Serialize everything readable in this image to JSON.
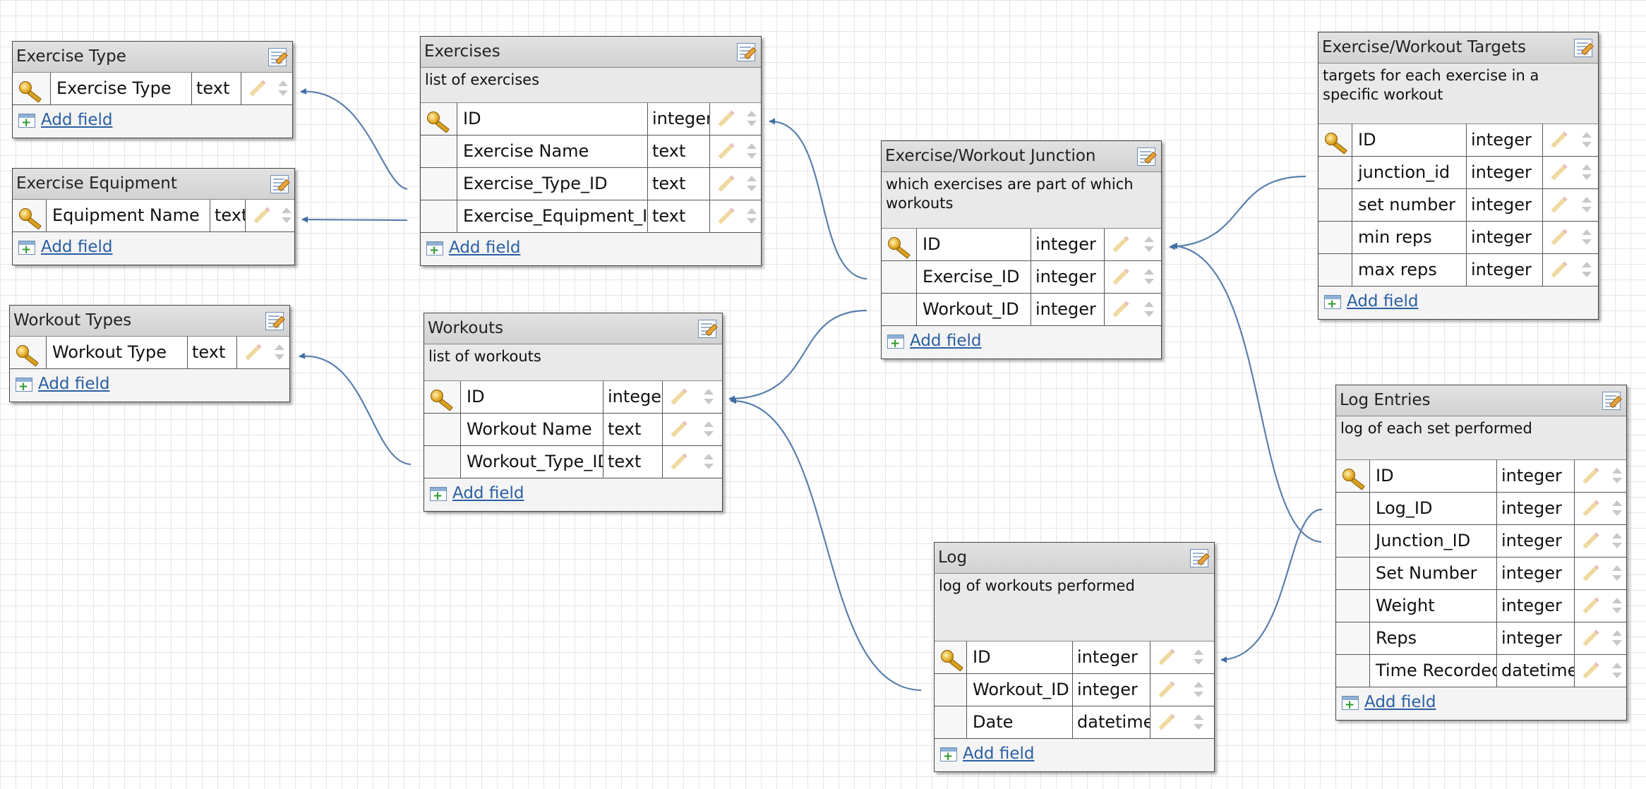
{
  "edit_icon": "edit-table-icon",
  "add_label": "Add field",
  "tables": [
    {
      "id": "exercise-type",
      "title": "Exercise Type",
      "description": "",
      "fields": [
        {
          "name": "Exercise Type",
          "type": "text",
          "pk": true
        }
      ]
    },
    {
      "id": "exercise-equipment",
      "title": "Exercise Equipment",
      "description": "",
      "fields": [
        {
          "name": "Equipment Name",
          "type": "text",
          "pk": true
        }
      ]
    },
    {
      "id": "workout-types",
      "title": "Workout Types",
      "description": "",
      "fields": [
        {
          "name": "Workout Type",
          "type": "text",
          "pk": true
        }
      ]
    },
    {
      "id": "exercises",
      "title": "Exercises",
      "description": "list of exercises",
      "fields": [
        {
          "name": "ID",
          "type": "integer",
          "pk": true
        },
        {
          "name": "Exercise Name",
          "type": "text",
          "pk": false
        },
        {
          "name": "Exercise_Type_ID",
          "type": "text",
          "pk": false
        },
        {
          "name": "Exercise_Equipment_ID",
          "type": "text",
          "pk": false
        }
      ]
    },
    {
      "id": "workouts",
      "title": "Workouts",
      "description": "list of workouts",
      "fields": [
        {
          "name": "ID",
          "type": "integer",
          "pk": true
        },
        {
          "name": "Workout Name",
          "type": "text",
          "pk": false
        },
        {
          "name": "Workout_Type_ID",
          "type": "text",
          "pk": false
        }
      ]
    },
    {
      "id": "junction",
      "title": "Exercise/Workout Junction",
      "description": "which exercises are part of which workouts",
      "fields": [
        {
          "name": "ID",
          "type": "integer",
          "pk": true
        },
        {
          "name": "Exercise_ID",
          "type": "integer",
          "pk": false
        },
        {
          "name": "Workout_ID",
          "type": "integer",
          "pk": false
        }
      ]
    },
    {
      "id": "log",
      "title": "Log",
      "description": "log of workouts performed",
      "fields": [
        {
          "name": "ID",
          "type": "integer",
          "pk": true
        },
        {
          "name": "Workout_ID",
          "type": "integer",
          "pk": false
        },
        {
          "name": "Date",
          "type": "datetime",
          "pk": false
        }
      ]
    },
    {
      "id": "targets",
      "title": "Exercise/Workout Targets",
      "description": "targets for each exercise in a specific workout",
      "fields": [
        {
          "name": "ID",
          "type": "integer",
          "pk": true
        },
        {
          "name": "junction_id",
          "type": "integer",
          "pk": false
        },
        {
          "name": "set number",
          "type": "integer",
          "pk": false
        },
        {
          "name": "min reps",
          "type": "integer",
          "pk": false
        },
        {
          "name": "max reps",
          "type": "integer",
          "pk": false
        }
      ]
    },
    {
      "id": "log-entries",
      "title": "Log Entries",
      "description": "log of each set performed",
      "fields": [
        {
          "name": "ID",
          "type": "integer",
          "pk": true
        },
        {
          "name": "Log_ID",
          "type": "integer",
          "pk": false
        },
        {
          "name": "Junction_ID",
          "type": "integer",
          "pk": false
        },
        {
          "name": "Set Number",
          "type": "integer",
          "pk": false
        },
        {
          "name": "Weight",
          "type": "integer",
          "pk": false
        },
        {
          "name": "Reps",
          "type": "integer",
          "pk": false
        },
        {
          "name": "Time Recorded",
          "type": "datetime",
          "pk": false
        }
      ]
    }
  ],
  "relations": [
    {
      "from": "exercises.Exercise_Type_ID",
      "to": "exercise-type"
    },
    {
      "from": "exercises.Exercise_Equipment_ID",
      "to": "exercise-equipment"
    },
    {
      "from": "workouts.Workout_Type_ID",
      "to": "workout-types"
    },
    {
      "from": "junction.Exercise_ID",
      "to": "exercises"
    },
    {
      "from": "junction.Workout_ID",
      "to": "workouts"
    },
    {
      "from": "log.Workout_ID",
      "to": "workouts"
    },
    {
      "from": "targets.junction_id",
      "to": "junction"
    },
    {
      "from": "log-entries.Junction_ID",
      "to": "junction"
    },
    {
      "from": "log-entries.Log_ID",
      "to": "log"
    }
  ],
  "colors": {
    "link": "#4d77a8",
    "link_text": "#2a5fa3",
    "header": "#d6d6d6"
  }
}
